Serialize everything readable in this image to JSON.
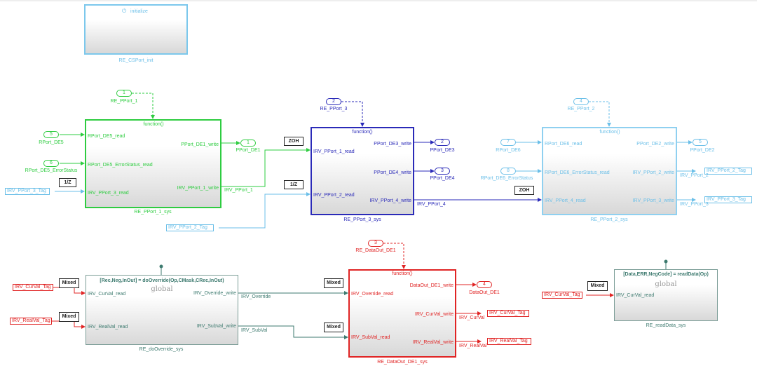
{
  "init": {
    "title": "initialize",
    "label": "RE_CSPort_init",
    "icon": "power-icon"
  },
  "pport1": {
    "label": "RE_PPort_1_sys",
    "trigger": "function()",
    "in": [
      "RPort_DE5_read",
      "RPort_DE5_ErrorStatus_read",
      "IRV_PPort_3_read"
    ],
    "out": [
      "PPort_DE1_write",
      "IRV_PPort_1_write"
    ],
    "trig_port": {
      "num": "1",
      "label": "RE_PPort_1"
    },
    "inports": [
      {
        "num": "5",
        "label": "RPort_DE5"
      },
      {
        "num": "6",
        "label": "RPort_DE5_ErrorStatus"
      }
    ],
    "outport": {
      "num": "1",
      "label": "PPort_DE1"
    },
    "from_tag": "IRV_PPort_3_Tag",
    "delay": "1/Z",
    "signal": "IRV_PPort_1"
  },
  "pport3": {
    "label": "RE_PPort_3_sys",
    "trigger": "function()",
    "in": [
      "IRV_PPort_1_read",
      "IRV_PPort_2_read"
    ],
    "out": [
      "PPort_DE3_write",
      "PPort_DE4_write",
      "IRV_PPort_4_write"
    ],
    "trig_port": {
      "num": "2",
      "label": "RE_PPort_3"
    },
    "outports": [
      {
        "num": "2",
        "label": "PPort_DE3"
      },
      {
        "num": "3",
        "label": "PPort_DE4"
      }
    ],
    "zoh": "ZOH",
    "delay": "1/Z",
    "from_tag": "IRV_PPort_2_Tag",
    "signal": "IRV_PPort_4"
  },
  "pport2": {
    "label": "RE_PPort_2_sys",
    "trigger": "function()",
    "in": [
      "RPort_DE6_read",
      "RPort_DE6_ErrorStatus_read",
      "IRV_PPort_4_read"
    ],
    "out": [
      "PPort_DE2_write",
      "IRV_PPort_2_write",
      "IRV_PPort_3_write"
    ],
    "trig_port": {
      "num": "4",
      "label": "RE_PPort_2"
    },
    "inports": [
      {
        "num": "7",
        "label": "RPort_DE6"
      },
      {
        "num": "8",
        "label": "RPort_DE6_ErrorStatus"
      }
    ],
    "outport": {
      "num": "5",
      "label": "PPort_DE2"
    },
    "zoh": "ZOH",
    "goto_tags": [
      "IRV_PPort_2_Tag",
      "IRV_PPort_3_Tag"
    ],
    "signals": [
      "IRV_PPort_2",
      "IRV_PPort_3"
    ]
  },
  "override": {
    "label": "RE_doOverride_sys",
    "title": "[Rec,Neg,InOut] = doOverride(Op,CMask,CRec,InOut)",
    "scope": "global",
    "in": [
      "IRV_CurVal_read",
      "IRV_RealVal_read"
    ],
    "out": [
      "IRV_Override_write",
      "IRV_SubVal_write"
    ],
    "from_tags": [
      "IRV_CurVal_Tag",
      "IRV_RealVal_Tag"
    ],
    "mixed": "Mixed",
    "signals": [
      "IRV_Override",
      "IRV_SubVal"
    ]
  },
  "dataout": {
    "label": "RE_DataOut_DE1_sys",
    "trigger": "function()",
    "in": [
      "IRV_Override_read",
      "IRV_SubVal_read"
    ],
    "out": [
      "DataOut_DE1_write",
      "IRV_CurVal_write",
      "IRV_RealVal_write"
    ],
    "trig_port": {
      "num": "3",
      "label": "RE_DataOut_DE1"
    },
    "outport": {
      "num": "4",
      "label": "DataOut_DE1"
    },
    "goto_tags": [
      "IRV_CurVal_Tag",
      "IRV_RealVal_Tag"
    ],
    "signals": [
      "IRV_CurVal",
      "IRV_RealVal"
    ],
    "mixed": "Mixed"
  },
  "readdata": {
    "label": "RE_readData_sys",
    "title": "[Data,ERR,NegCode] = readData(Op)",
    "scope": "global",
    "in": [
      "IRV_CurVal_read"
    ],
    "from_tag": "IRV_CurVal_Tag",
    "mixed": "Mixed"
  },
  "colors": {
    "green": "#2ecc40",
    "blue": "#2a2ab8",
    "lightblue": "#6bbfe8",
    "red": "#e02424",
    "teal": "#3d7a6f"
  }
}
